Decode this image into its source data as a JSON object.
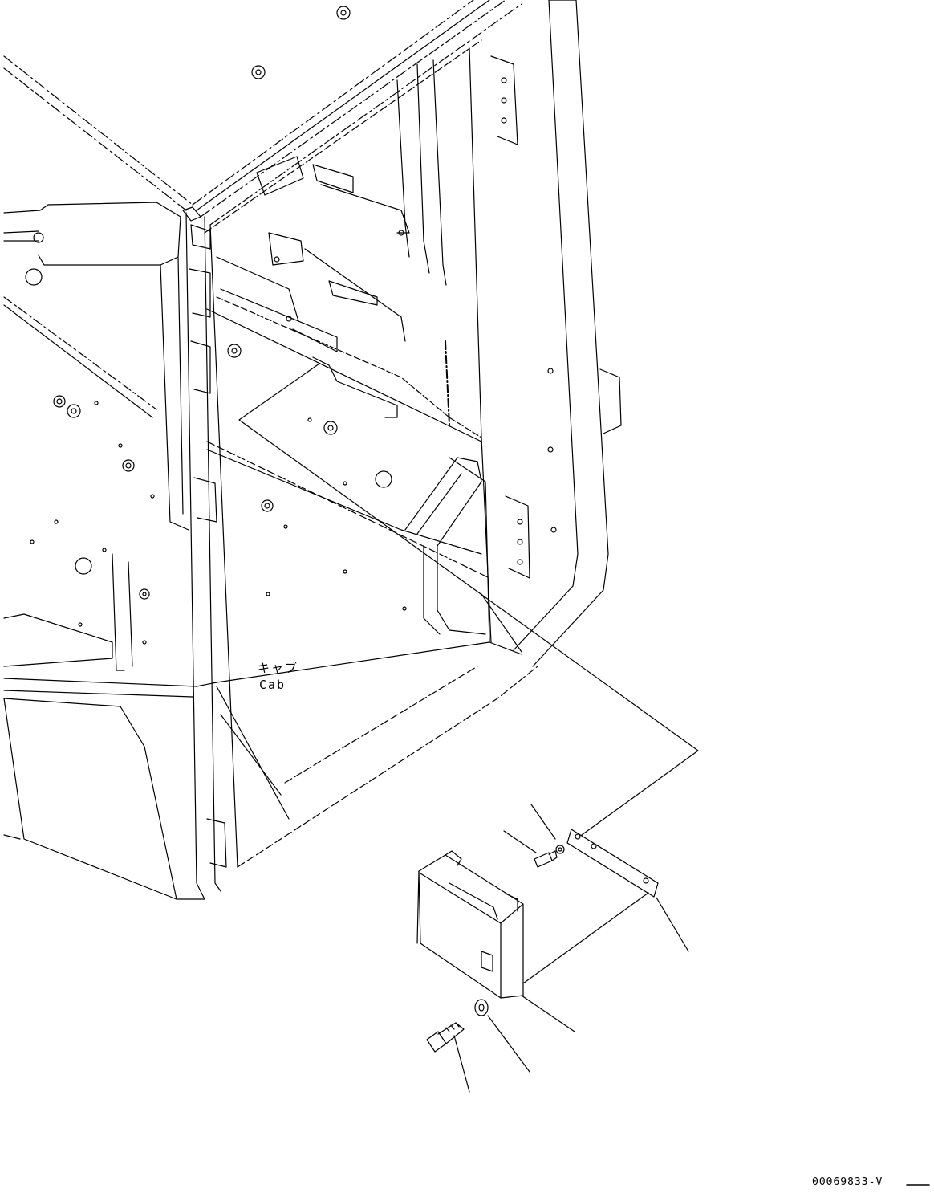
{
  "labels": {
    "cab_japanese": "キャブ",
    "cab_english": "Cab",
    "figure_number": "00069833-V"
  },
  "colors": {
    "ink": "#000000",
    "paper": "#ffffff"
  }
}
